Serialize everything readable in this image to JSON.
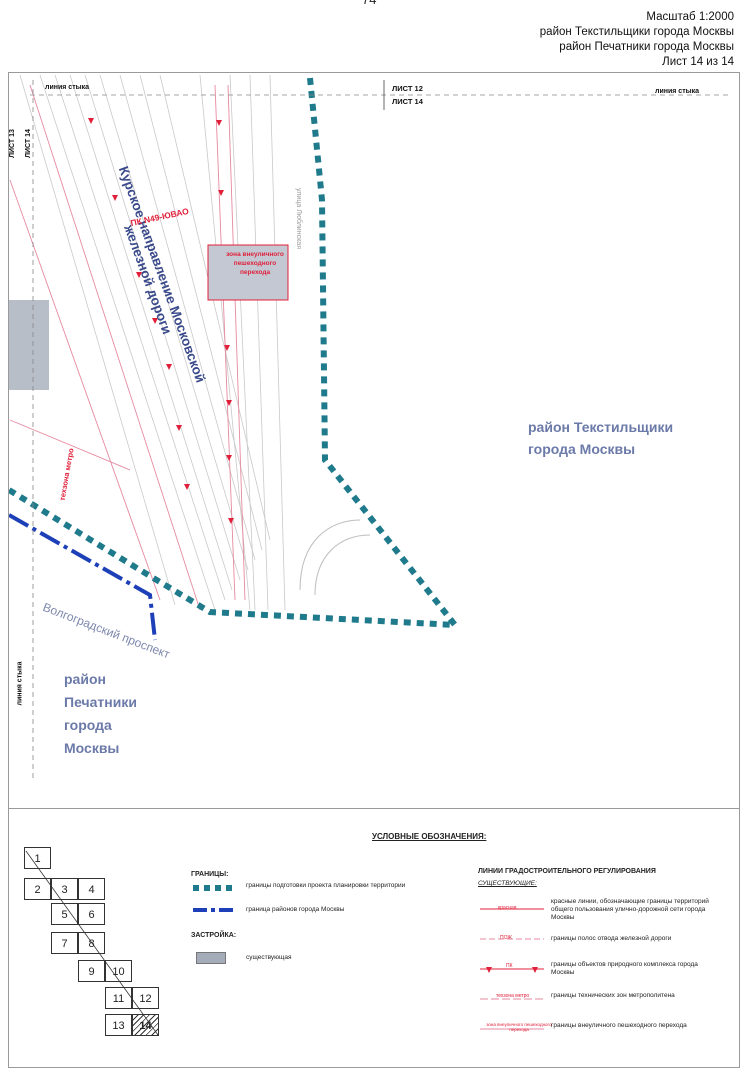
{
  "page_number": "74",
  "header": {
    "scale": "Масштаб 1:2000",
    "district1": "район Текстильщики города Москвы",
    "district2": "район Печатники города Москвы",
    "sheet": "Лист 14 из 14"
  },
  "map": {
    "junction_line": "линия стыка",
    "sheet12": "ЛИСТ 12",
    "sheet14_top": "ЛИСТ 14",
    "sheet13": "ЛИСТ 13",
    "sheet14_left": "ЛИСТ 14",
    "railway": "Курское направление Московской железной дороги",
    "pk_label": "ПК N49-ЮВАО",
    "zone_label": "зона внеуличного пешеходного перехода",
    "street_label": "улица Люблинская",
    "metro_zone": "техзона метро",
    "avenue": "Волгоградский проспект",
    "district_textilshchiki": [
      "район Текстильщики",
      "города Москвы"
    ],
    "district_pechatniki": [
      "район",
      "Печатники",
      "города",
      "Москвы"
    ]
  },
  "legend": {
    "title": "УСЛОВНЫЕ ОБОЗНАЧЕНИЯ:",
    "borders_heading": "ГРАНИЦЫ:",
    "border_project": "границы подготовки проекта планировки территории",
    "border_districts": "граница районов города Москвы",
    "building_heading": "ЗАСТРОЙКА:",
    "building_existing": "существующая",
    "regulation_heading": "ЛИНИИ ГРАДОСТРОИТЕЛЬНОГО РЕГУЛИРОВАНИЯ",
    "existing_label": "СУЩЕСТВУЮЩИЕ:",
    "red_lines": "красные линии, обозначающие границы территорий общего пользования улично-дорожной сети города Москвы",
    "rail_strip": "границы полос отвода железной дороги",
    "nature": "границы объектов природного комплекса города Москвы",
    "metro_tech": "границы технических зон метрополитена",
    "pedestrian": "границы внеуличного пешеходного перехода",
    "sample_red": "красная",
    "sample_rail": "ПОЖ",
    "sample_pk": "ПК",
    "sample_metro": "техзона метро",
    "sample_ped": "зона внеуличного пешеходного перехода"
  },
  "sheet_index": {
    "cells": [
      "1",
      "2",
      "3",
      "4",
      "5",
      "6",
      "7",
      "8",
      "9",
      "10",
      "11",
      "12",
      "13",
      "14"
    ],
    "current": "14"
  },
  "colors": {
    "project_border": "#1f7a8c",
    "district_border": "#1d3fb8",
    "red_line": "#e0203a",
    "district_text": "#6b7aa8"
  }
}
